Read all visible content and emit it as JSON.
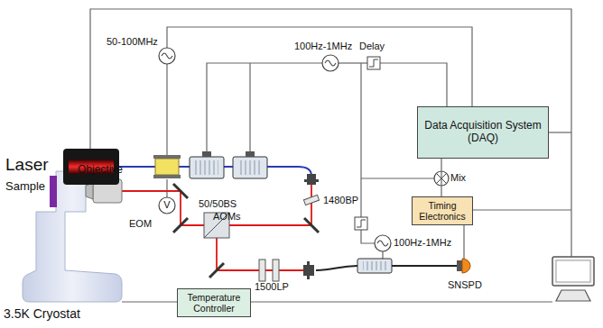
{
  "diagram": {
    "nodes": [
      {
        "text": [
          "Data Acquisition System (DAQ)"
        ]
      },
      {
        "text": [
          "Timing Electronics"
        ]
      },
      {
        "text": [
          "Temperature Controller"
        ]
      }
    ],
    "edges": [
      {
        "from": 0,
        "to": 1,
        "arrow": "none"
      }
    ],
    "labels": [
      "50-100MHz",
      "100Hz-1MHz",
      "Delay",
      "Laser",
      "EOM",
      "V",
      "AOMs",
      "50/50BS",
      "1480BP",
      "Mix",
      "Objective",
      "Sample",
      "100Hz-1MHz",
      "1500LP",
      "SNSPD",
      "3.5K Cryostat"
    ]
  }
}
